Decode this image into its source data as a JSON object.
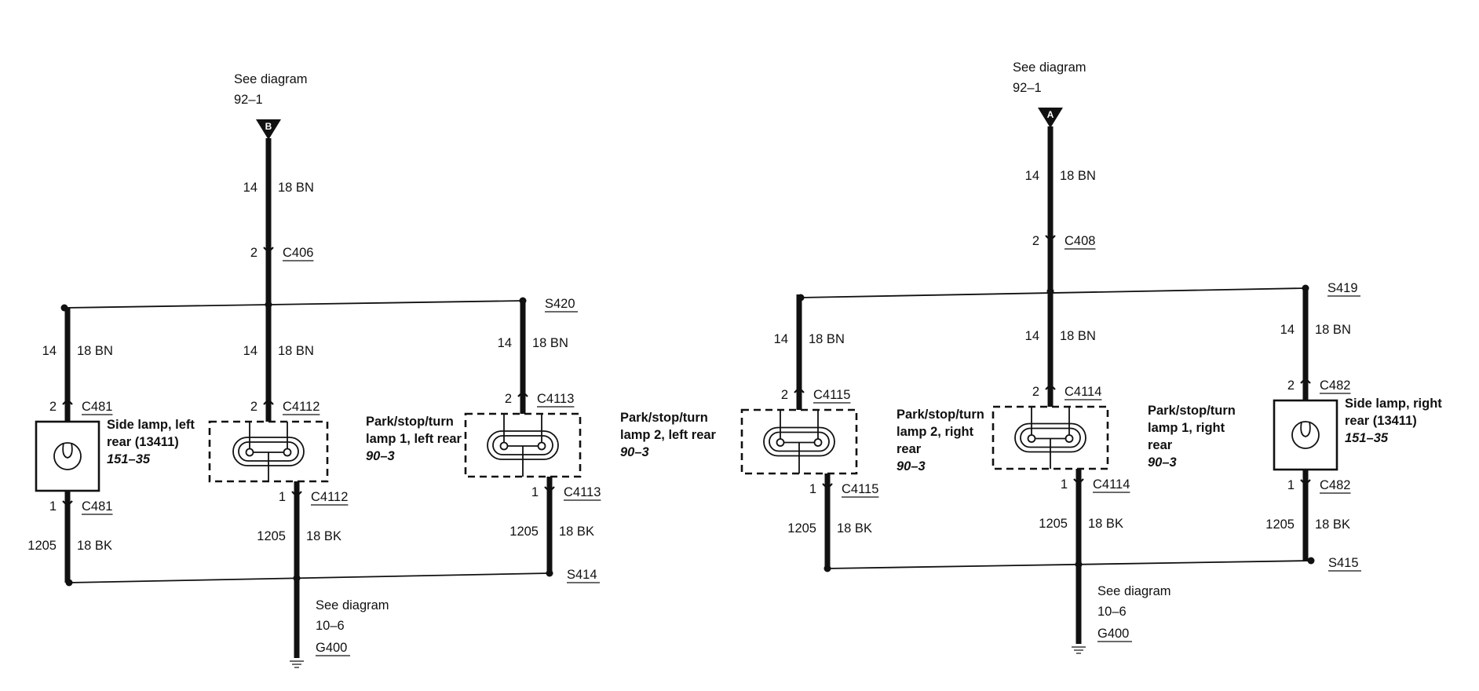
{
  "left": {
    "source": {
      "see": "See diagram",
      "ref": "92–1",
      "tag": "B"
    },
    "top_wire": {
      "circuit": "14",
      "gauge": "18 BN"
    },
    "connector_top": {
      "pin": "2",
      "name": "C406"
    },
    "splice": "S420",
    "branches": [
      {
        "wire": {
          "circuit": "14",
          "gauge": "18 BN"
        },
        "conn_in": {
          "pin": "2",
          "name": "C481"
        },
        "label_lines": [
          "Side lamp, left",
          "rear (13411)"
        ],
        "ref": "151–35",
        "conn_out": {
          "pin": "1",
          "name": "C481"
        },
        "ground_wire": {
          "circuit": "1205",
          "gauge": "18 BK"
        }
      },
      {
        "wire": {
          "circuit": "14",
          "gauge": "18 BN"
        },
        "conn_in": {
          "pin": "2",
          "name": "C4112"
        },
        "label_lines": [
          "Park/stop/turn",
          "lamp 1, left rear"
        ],
        "ref": "90–3",
        "conn_out": {
          "pin": "1",
          "name": "C4112"
        },
        "ground_wire": {
          "circuit": "1205",
          "gauge": "18 BK"
        }
      },
      {
        "wire": {
          "circuit": "14",
          "gauge": "18 BN"
        },
        "conn_in": {
          "pin": "2",
          "name": "C4113"
        },
        "label_lines": [
          "Park/stop/turn",
          "lamp 2, left rear"
        ],
        "ref": "90–3",
        "conn_out": {
          "pin": "1",
          "name": "C4113"
        },
        "ground_wire": {
          "circuit": "1205",
          "gauge": "18 BK"
        }
      }
    ],
    "ground_splice": "S414",
    "ground": {
      "see": "See diagram",
      "ref": "10–6",
      "name": "G400"
    }
  },
  "right": {
    "source": {
      "see": "See diagram",
      "ref": "92–1",
      "tag": "A"
    },
    "top_wire": {
      "circuit": "14",
      "gauge": "18 BN"
    },
    "connector_top": {
      "pin": "2",
      "name": "C408"
    },
    "splice": "S419",
    "branches": [
      {
        "wire": {
          "circuit": "14",
          "gauge": "18 BN"
        },
        "conn_in": {
          "pin": "2",
          "name": "C4115"
        },
        "label_lines": [
          "Park/stop/turn",
          "lamp 2, right",
          "rear"
        ],
        "ref": "90–3",
        "conn_out": {
          "pin": "1",
          "name": "C4115"
        },
        "ground_wire": {
          "circuit": "1205",
          "gauge": "18 BK"
        }
      },
      {
        "wire": {
          "circuit": "14",
          "gauge": "18 BN"
        },
        "conn_in": {
          "pin": "2",
          "name": "C4114"
        },
        "label_lines": [
          "Park/stop/turn",
          "lamp 1, right",
          "rear"
        ],
        "ref": "90–3",
        "conn_out": {
          "pin": "1",
          "name": "C4114"
        },
        "ground_wire": {
          "circuit": "1205",
          "gauge": "18 BK"
        }
      },
      {
        "wire": {
          "circuit": "14",
          "gauge": "18 BN"
        },
        "conn_in": {
          "pin": "2",
          "name": "C482"
        },
        "label_lines": [
          "Side lamp, right",
          "rear (13411)"
        ],
        "ref": "151–35",
        "conn_out": {
          "pin": "1",
          "name": "C482"
        },
        "ground_wire": {
          "circuit": "1205",
          "gauge": "18 BK"
        }
      }
    ],
    "ground_splice": "S415",
    "ground": {
      "see": "See diagram",
      "ref": "10–6",
      "name": "G400"
    }
  }
}
